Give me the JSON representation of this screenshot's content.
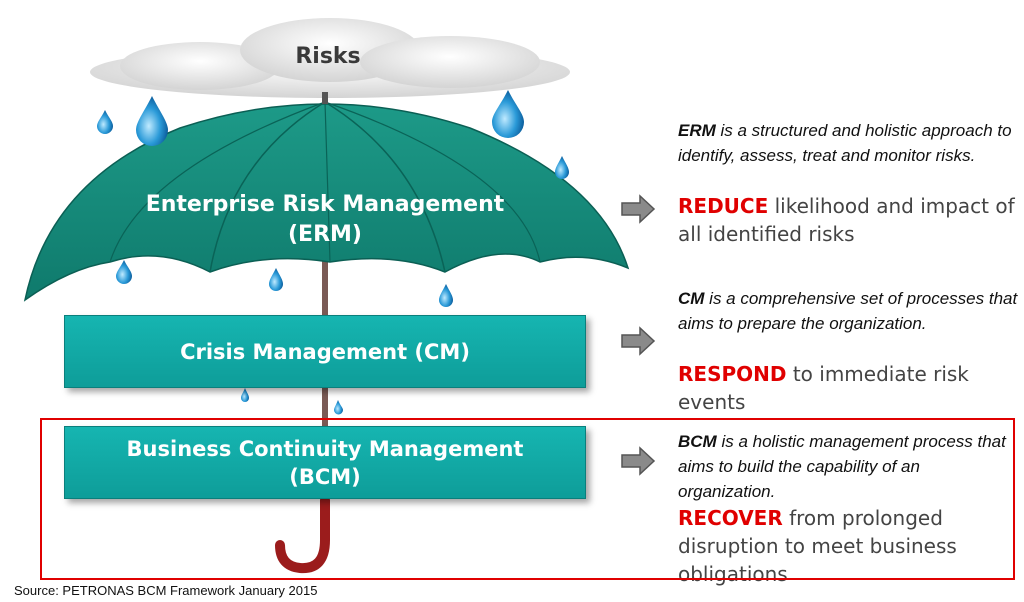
{
  "cloud": {
    "label": "Risks"
  },
  "umbrella": {
    "line1": "Enterprise Risk Management",
    "line2": "(ERM)"
  },
  "bars": {
    "cm": "Crisis Management (CM)",
    "bcm_line1": "Business Continuity Management",
    "bcm_line2": "(BCM)"
  },
  "items": [
    {
      "abbr": "ERM",
      "desc": " is a structured and holistic approach to identify, assess, treat and monitor risks.",
      "keyword": "REDUCE",
      "action": " likelihood and impact of all identified risks"
    },
    {
      "abbr": "CM",
      "desc": " is a comprehensive set of processes that aims to prepare the organization.",
      "keyword": "RESPOND",
      "action": " to immediate risk events"
    },
    {
      "abbr": "BCM",
      "desc": " is a holistic management process that aims to build the capability of an organization.",
      "keyword": "RECOVER",
      "action": " from prolonged disruption to meet business obligations"
    }
  ],
  "source": "Source: PETRONAS BCM Framework January 2015",
  "colors": {
    "teal": "#13a9a5",
    "umbrella": "#1a8f7f",
    "highlight": "#e00000",
    "handle": "#9b1c1c"
  }
}
